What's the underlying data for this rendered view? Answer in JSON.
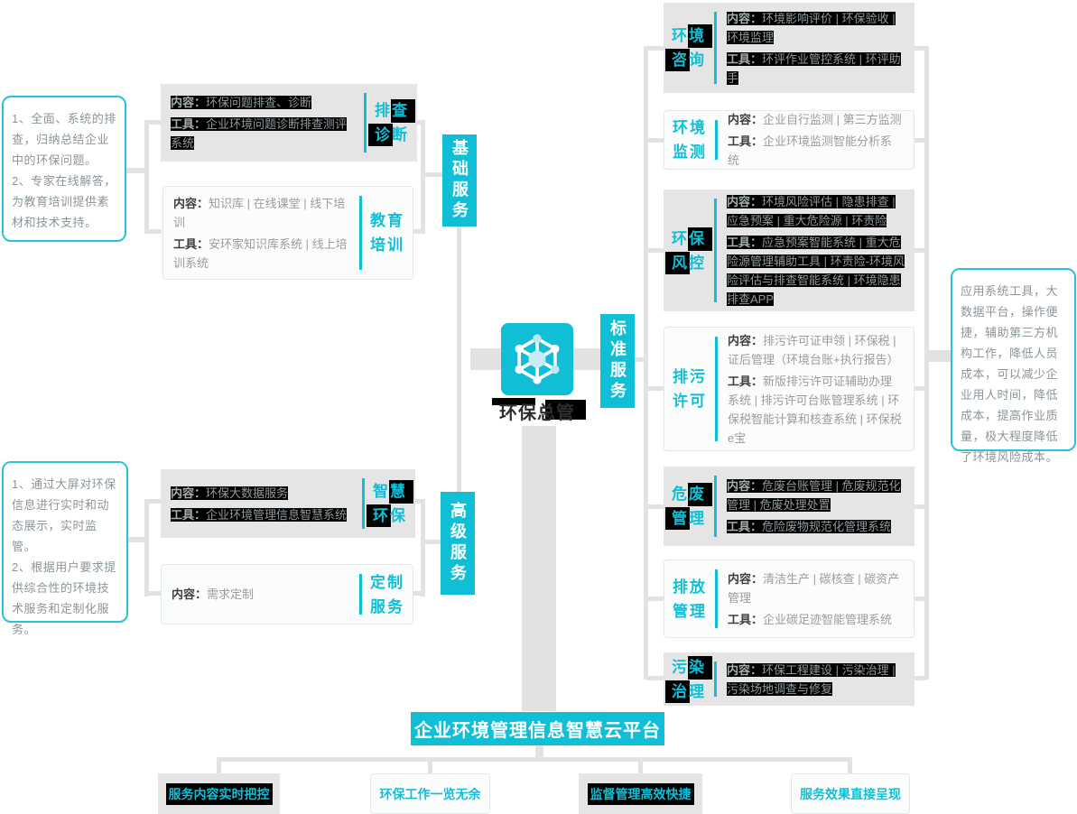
{
  "colors": {
    "accent": "#10bfd6",
    "box_grey": "#e5e5e5",
    "highlight": "#000000",
    "connector": "#e2e2e2"
  },
  "center": {
    "title": "环保总管",
    "icon": "hexagon-network-icon"
  },
  "branches": {
    "basic": "基础服务",
    "advanced": "高级服务",
    "standard": "标准服务"
  },
  "notes": {
    "basic": [
      "1、全面、系统的排查，归纳总结企业中的环保问题。",
      "2、专家在线解答，为教育培训提供素材和技术支持。"
    ],
    "advanced": [
      "1、通过大屏对环保信息进行实时和动态展示，实时监管。",
      "2、根据用户要求提供综合性的环境技术服务和定制化服务。"
    ],
    "standard": "应用系统工具，大数据平台，操作便捷，辅助第三方机构工作，降低人员成本，可以减少企业用人时间，降低成本，提高作业质量，极大程度降低了环境风险成本。"
  },
  "basic_services": [
    {
      "name_l1": "排查",
      "name_l2": "诊断",
      "lines": [
        {
          "k": "内容：",
          "v": "环保问题排查、诊断"
        },
        {
          "k": "工具：",
          "v": "企业环境问题诊断排查测评系统"
        }
      ]
    },
    {
      "name_l1": "教育",
      "name_l2": "培训",
      "lines": [
        {
          "k": "内容：",
          "v": "知识库 | 在线课堂 | 线下培训"
        },
        {
          "k": "工具：",
          "v": "安环家知识库系统 | 线上培训系统"
        }
      ]
    }
  ],
  "advanced_services": [
    {
      "name_l1": "智慧",
      "name_l2": "环保",
      "lines": [
        {
          "k": "内容：",
          "v": "环保大数据服务"
        },
        {
          "k": "工具：",
          "v": "企业环境管理信息智慧系统"
        }
      ]
    },
    {
      "name_l1": "定制",
      "name_l2": "服务",
      "lines": [
        {
          "k": "内容：",
          "v": "需求定制"
        }
      ]
    }
  ],
  "standard_services": [
    {
      "name_l1": "环境",
      "name_l2": "咨询",
      "lines": [
        {
          "k": "内容：",
          "v": "环境影响评价 | 环保验收 | 环境监理"
        },
        {
          "k": "工具：",
          "v": "环评作业管控系统 | 环评助手"
        }
      ]
    },
    {
      "name_l1": "环境",
      "name_l2": "监测",
      "lines": [
        {
          "k": "内容：",
          "v": "企业自行监测 | 第三方监测"
        },
        {
          "k": "工具：",
          "v": "企业环境监测智能分析系统"
        }
      ]
    },
    {
      "name_l1": "环保",
      "name_l2": "风控",
      "lines": [
        {
          "k": "内容：",
          "v": "环境风险评估 | 隐患排查 | 应急预案 | 重大危险源 | 环责险"
        },
        {
          "k": "工具：",
          "v": "应急预案智能系统 | 重大危险源管理辅助工具 | 环责险-环境风险评估与排查智能系统 | 环境隐患排查APP"
        }
      ]
    },
    {
      "name_l1": "排污",
      "name_l2": "许可",
      "lines": [
        {
          "k": "内容：",
          "v": "排污许可证申领 | 环保税 | 证后管理（环境台账+执行报告）"
        },
        {
          "k": "工具：",
          "v": "新版排污许可证辅助办理系统 | 排污许可台账管理系统 | 环保税智能计算和核查系统 | 环保税e宝"
        }
      ]
    },
    {
      "name_l1": "危废",
      "name_l2": "管理",
      "lines": [
        {
          "k": "内容：",
          "v": "危废台账管理 | 危废规范化管理 | 危废处理处置"
        },
        {
          "k": "工具：",
          "v": "危险废物规范化管理系统"
        }
      ]
    },
    {
      "name_l1": "排放",
      "name_l2": "管理",
      "lines": [
        {
          "k": "内容：",
          "v": "清洁生产 | 碳核查 | 碳资产管理"
        },
        {
          "k": "工具：",
          "v": "企业碳足迹智能管理系统"
        }
      ]
    },
    {
      "name_l1": "污染",
      "name_l2": "治理",
      "lines": [
        {
          "k": "内容：",
          "v": "环保工程建设 | 污染治理 | 污染场地调查与修复"
        }
      ]
    }
  ],
  "platform": {
    "title": "企业环境管理信息智慧云平台",
    "features": [
      "服务内容实时把控",
      "环保工作一览无余",
      "监督管理高效快捷",
      "服务效果直接呈现"
    ]
  }
}
